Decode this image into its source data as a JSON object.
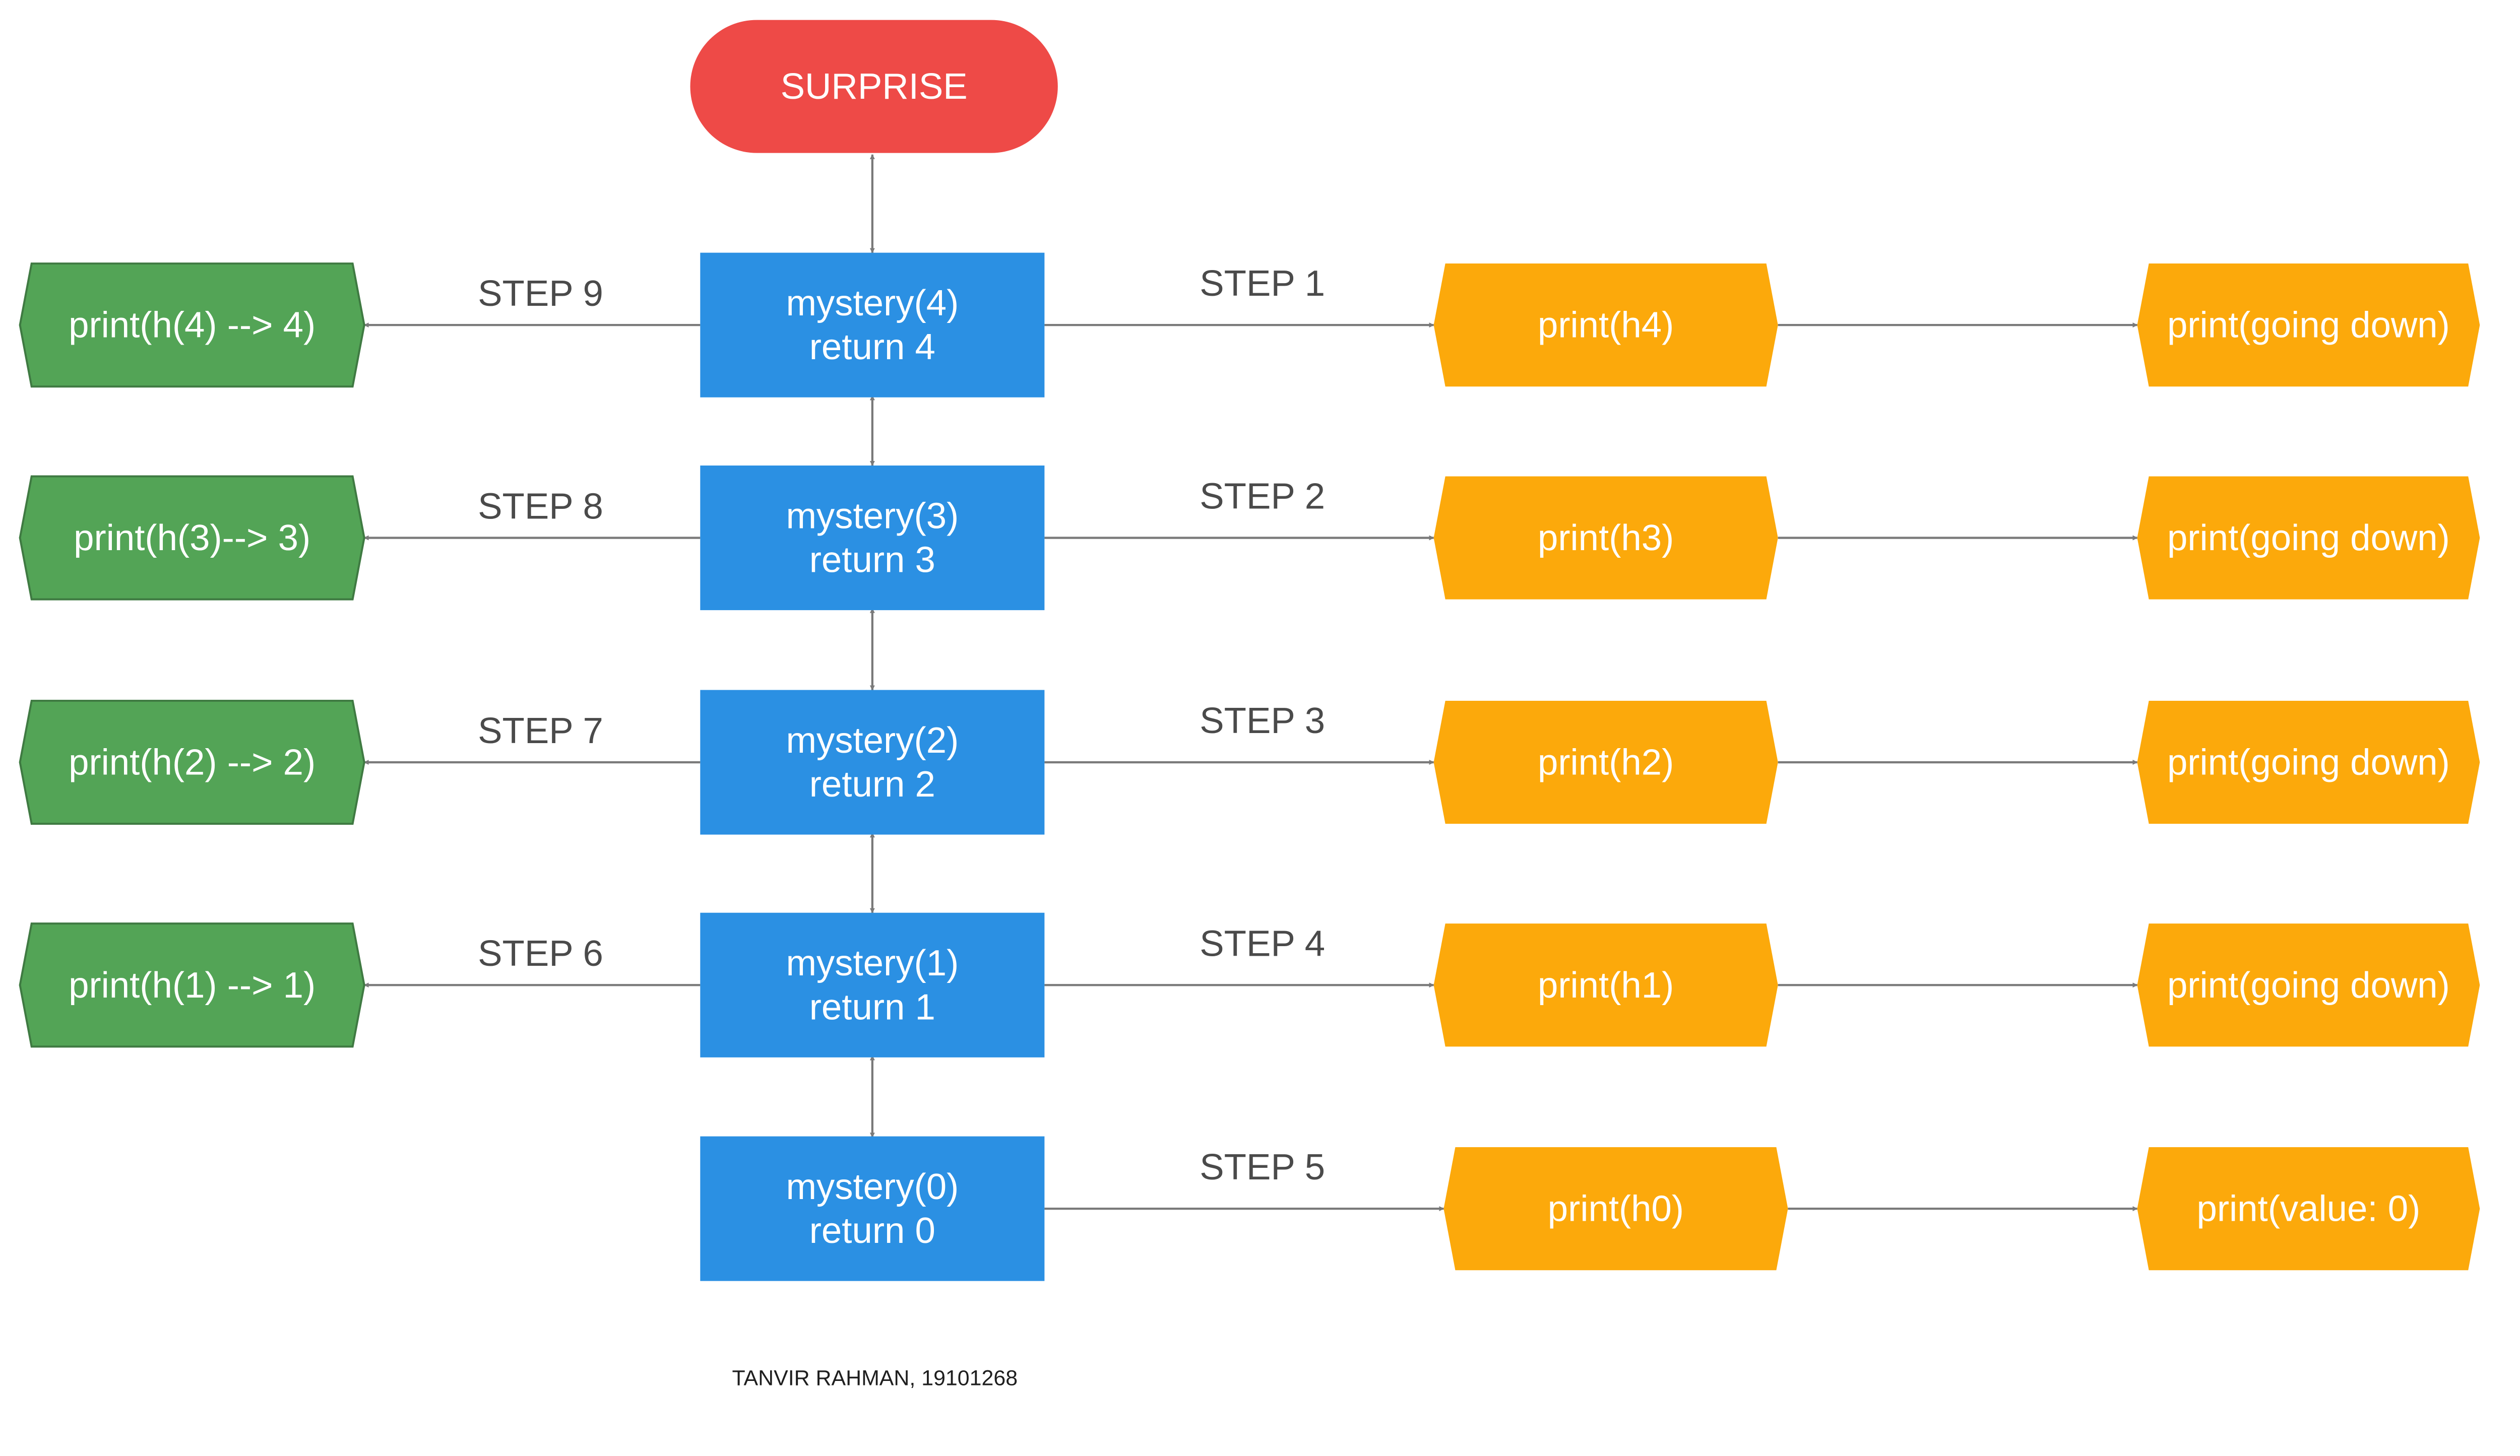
{
  "colors": {
    "blue": "#2b90e3",
    "green": "#53a456",
    "green_border": "#3f7a42",
    "orange": "#fca90b",
    "red": "#ee4a47",
    "connector": "#7a7a7a",
    "step_text": "#4a4a4a",
    "node_text": "#ffffff"
  },
  "icons": {
    "arrowhead": "arrowhead-icon"
  },
  "top": {
    "label": "SURPRISE"
  },
  "rows": [
    {
      "mystery": [
        "mystery(4)",
        "return 4"
      ],
      "step_right": "STEP 1",
      "print_h": "print(h4)",
      "print_right": "print(going down)",
      "step_left": "STEP 9",
      "print_left": "print(h(4) --> 4)"
    },
    {
      "mystery": [
        "mystery(3)",
        "return 3"
      ],
      "step_right": "STEP 2",
      "print_h": "print(h3)",
      "print_right": "print(going down)",
      "step_left": "STEP 8",
      "print_left": "print(h(3)--> 3)"
    },
    {
      "mystery": [
        "mystery(2)",
        "return 2"
      ],
      "step_right": "STEP 3",
      "print_h": "print(h2)",
      "print_right": "print(going down)",
      "step_left": "STEP 7",
      "print_left": "print(h(2) --> 2)"
    },
    {
      "mystery": [
        "mystery(1)",
        "return 1"
      ],
      "step_right": "STEP 4",
      "print_h": "print(h1)",
      "print_right": "print(going down)",
      "step_left": "STEP 6",
      "print_left": "print(h(1) --> 1)"
    },
    {
      "mystery": [
        "mystery(0)",
        "return 0"
      ],
      "step_right": "STEP 5",
      "print_h": "print(h0)",
      "print_right": "print(value: 0)"
    }
  ],
  "author": "TANVIR RAHMAN, 19101268"
}
